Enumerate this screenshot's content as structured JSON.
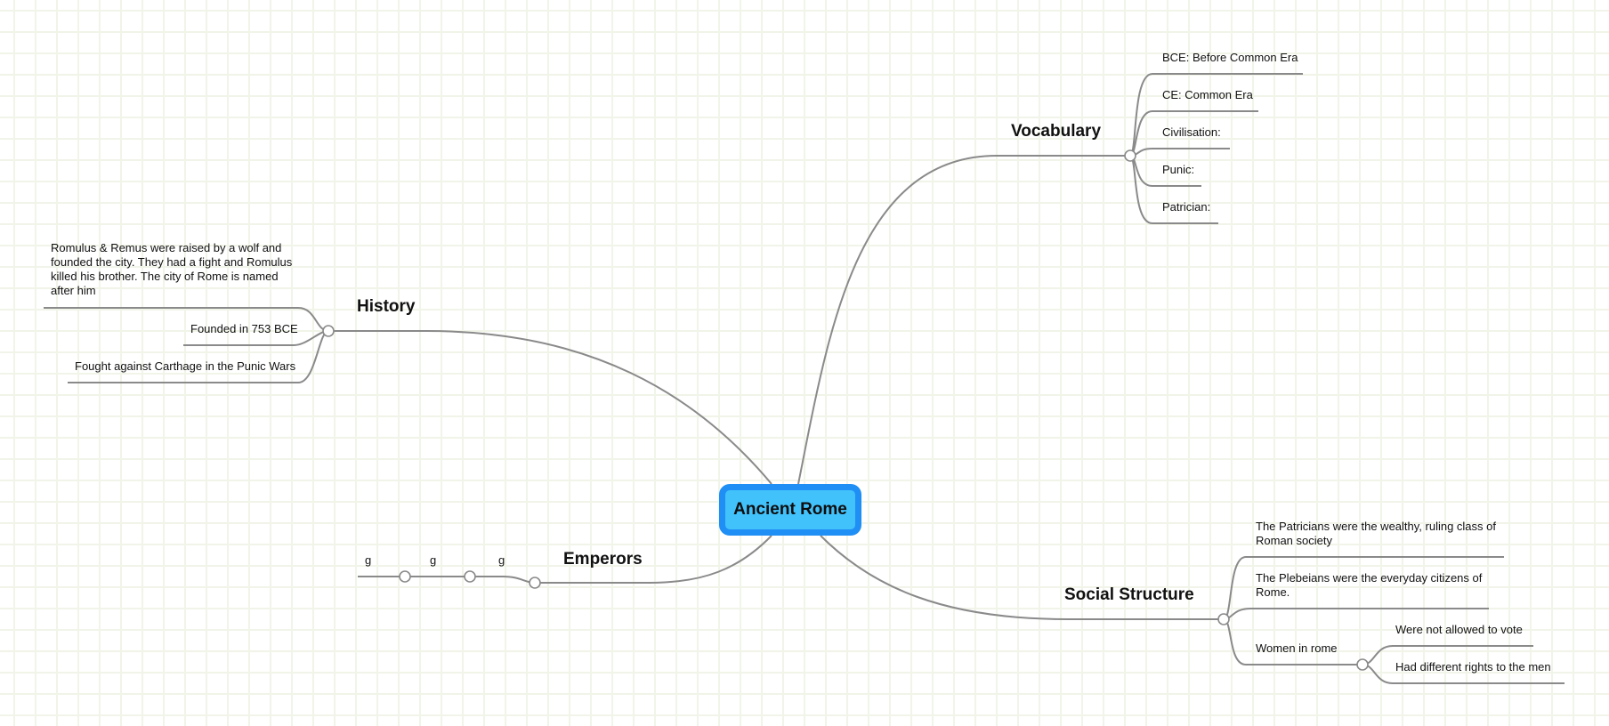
{
  "map": {
    "central": "Ancient Rome",
    "colors": {
      "central_fill": "#42c2fb",
      "central_border": "#1f8ef5",
      "connector": "#8a8a8a",
      "grid": "#f1f4e8",
      "background": "#ffffff"
    },
    "branches": {
      "vocabulary": {
        "title": "Vocabulary",
        "children": [
          "BCE: Before Common Era",
          "CE: Common Era",
          "Civilisation:",
          "Punic:",
          "Patrician:"
        ]
      },
      "history": {
        "title": "History",
        "children": [
          "Romulus & Remus were raised by a wolf and founded the city. They had a fight and Romulus killed his brother. The city of Rome is named after him",
          "Founded in 753 BCE",
          "Fought against Carthage in the Punic Wars"
        ]
      },
      "emperors": {
        "title": "Emperors",
        "children": [
          "g",
          "g",
          "g"
        ]
      },
      "social_structure": {
        "title": "Social Structure",
        "children": [
          "The Patricians were the wealthy, ruling class of Roman society",
          "The Plebeians were the everyday citizens of Rome.",
          "Women in rome"
        ],
        "women_children": [
          "Were not allowed to vote",
          "Had different rights to the men"
        ]
      }
    }
  }
}
